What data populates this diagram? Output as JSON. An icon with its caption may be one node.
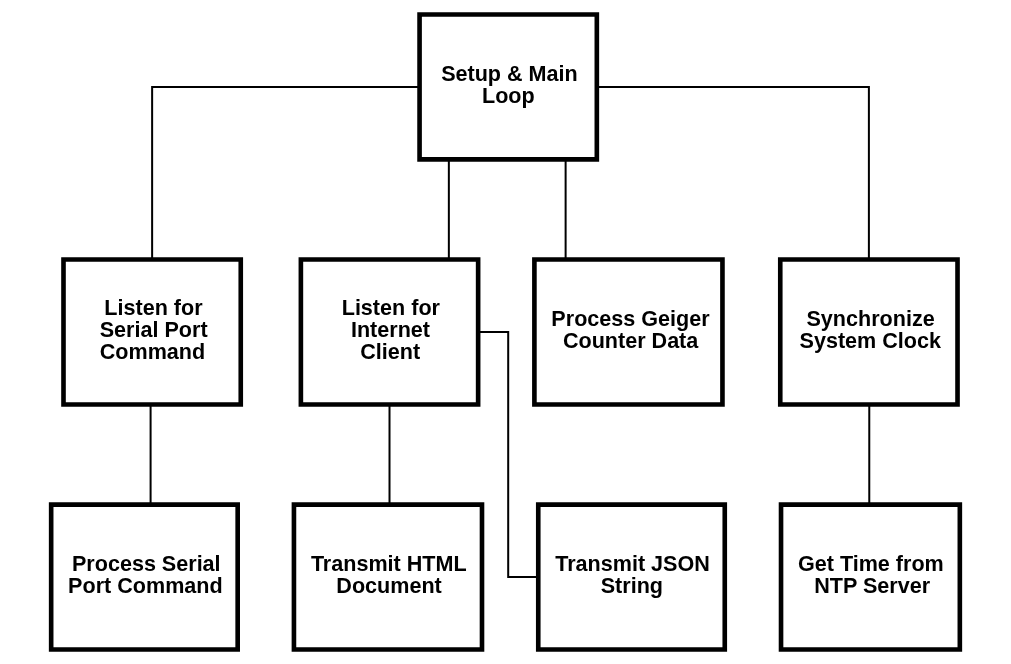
{
  "diagram": {
    "nodes": [
      {
        "text": [
          "Setup & Main Loop"
        ]
      },
      {
        "text": [
          "Listen for Serial Port Command"
        ]
      },
      {
        "text": [
          "Listen for Internet Client"
        ]
      },
      {
        "text": [
          "Process Geiger Counter Data"
        ]
      },
      {
        "text": [
          "Synchronize System Clock"
        ]
      },
      {
        "text": [
          "Process Serial Port Command"
        ]
      },
      {
        "text": [
          "Transmit HTML Document"
        ]
      },
      {
        "text": [
          "Transmit JSON String"
        ]
      },
      {
        "text": [
          "Get Time from NTP Server"
        ]
      }
    ],
    "edges": [
      {
        "from": 0,
        "to": 1,
        "arrow": "none"
      },
      {
        "from": 0,
        "to": 2,
        "arrow": "none"
      },
      {
        "from": 0,
        "to": 3,
        "arrow": "none"
      },
      {
        "from": 0,
        "to": 4,
        "arrow": "none"
      },
      {
        "from": 1,
        "to": 5,
        "arrow": "none"
      },
      {
        "from": 2,
        "to": 6,
        "arrow": "none"
      },
      {
        "from": 2,
        "to": 7,
        "arrow": "none"
      },
      {
        "from": 4,
        "to": 8,
        "arrow": "none"
      }
    ]
  }
}
